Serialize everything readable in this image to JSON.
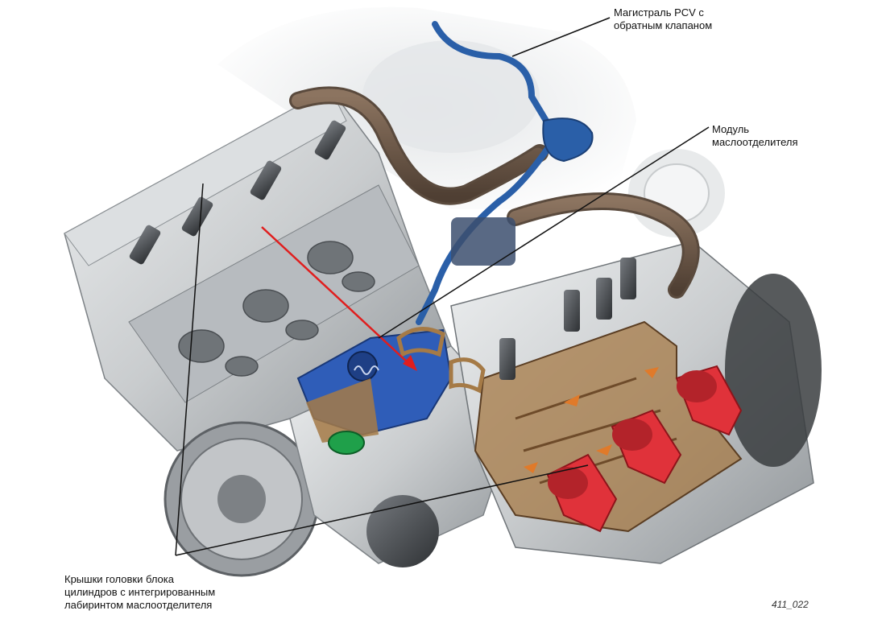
{
  "labels": {
    "pcv_line": "Магистраль PCV с\nобратным клапаном",
    "oil_separator": "Модуль\nмаслоотделителя",
    "head_covers": "Крышки головки блока\nцилиндров с интегрированным\nлабиринтом маслоотделителя"
  },
  "figure_code": "411_022",
  "colors": {
    "engine_metal": "#c9ccce",
    "pcv_hose": "#2a5fa8",
    "separator_module": "#2f5db8",
    "labyrinth": "#a57a46",
    "ignition_coil": "#e0323a",
    "pointer_arrow": "#e01e1e",
    "leader_line": "#111111"
  }
}
